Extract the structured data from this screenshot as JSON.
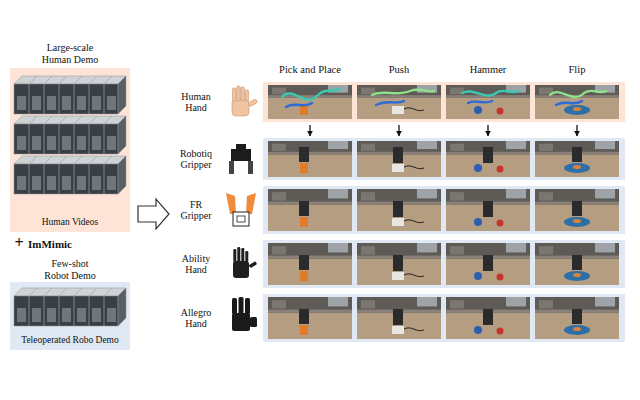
{
  "diagram": {
    "nodes": [
      {
        "text": [
          "Large-scale Human Demo",
          "Human Videos"
        ]
      },
      {
        "text": [
          "Few-shot Robot Demo",
          "Teleoperated Robo Demo"
        ]
      },
      {
        "text": [
          "Human Hand"
        ]
      },
      {
        "text": [
          "Robotiq Gripper"
        ]
      },
      {
        "text": [
          "FR Gripper"
        ]
      },
      {
        "text": [
          "Ability Hand"
        ]
      },
      {
        "text": [
          "Allegro Hand"
        ]
      }
    ],
    "edges": [
      {
        "from": 2,
        "to": 3,
        "arrow": "to"
      },
      {
        "from": 2,
        "to": 3,
        "arrow": "to"
      },
      {
        "from": 2,
        "to": 3,
        "arrow": "to"
      },
      {
        "from": 2,
        "to": 3,
        "arrow": "to"
      }
    ],
    "labels": [
      "+",
      "ImMimic",
      "Pick and Place",
      "Push",
      "Hammer",
      "Flip"
    ]
  }
}
